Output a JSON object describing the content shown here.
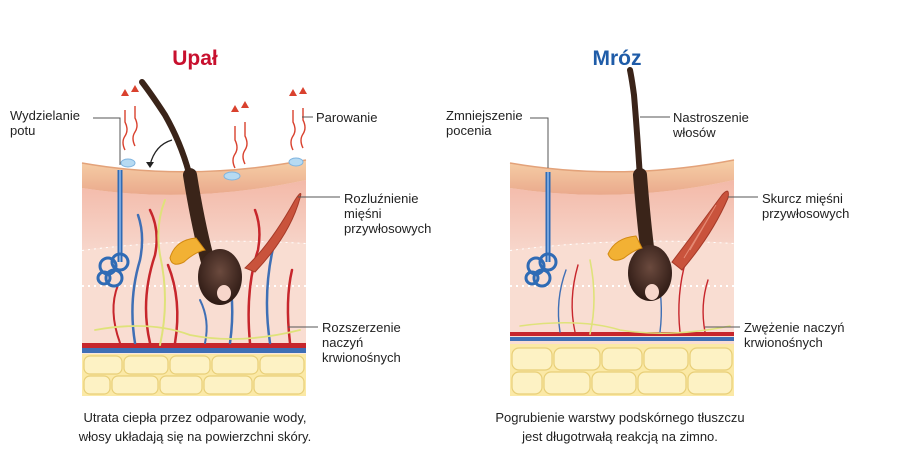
{
  "panels": {
    "hot": {
      "title": "Upał",
      "caption": "Utrata ciepła przez odparowanie wody,\nwłosy układają się na powierzchni skóry.",
      "labels": {
        "sweat": "Wydzielanie\npotu",
        "evaporation": "Parowanie",
        "muscle": "Rozluźnienie\nmięśni\nprzywłosowych",
        "vessels": "Rozszerzenie\nnaczyń\nkrwionośnych"
      }
    },
    "cold": {
      "title": "Mróz",
      "caption": "Pogrubienie warstwy podskórnego tłuszczu\njest długotrwałą reakcją na zimno.",
      "labels": {
        "sweat": "Zmniejszenie\npocenia",
        "hair": "Nastroszenie\nwłosów",
        "muscle": "Skurcz mięśni\nprzywłosowych",
        "vessels": "Zwężenie naczyń\nkrwionośnych"
      }
    }
  },
  "colors": {
    "hot_title": "#c8102e",
    "cold_title": "#1f5ca8"
  }
}
